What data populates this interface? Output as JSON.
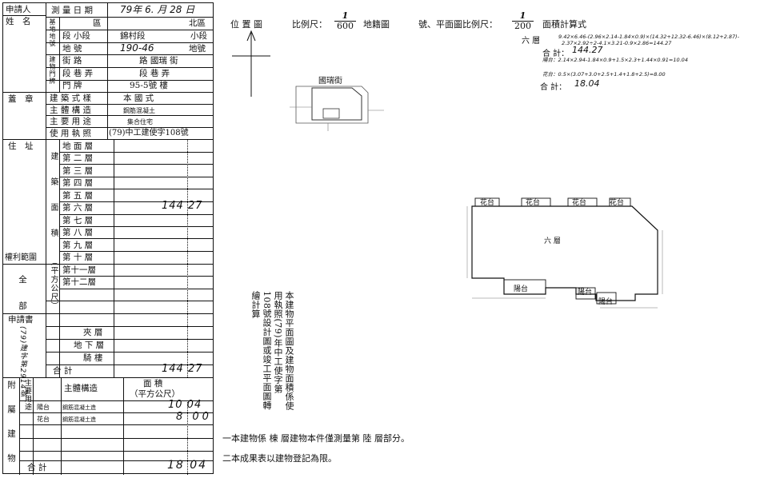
{
  "left": {
    "applicant": "申請人",
    "name": "姓　名",
    "survey_date_label": "測 量 日 期",
    "survey_date": "79年 6. 月 28 日",
    "base_label": "基地地號",
    "district_label": "區",
    "district_value": "北區",
    "section_label": "段 小段",
    "section_value": "錦村段",
    "subsection": "小段",
    "lot_label": "地 號",
    "lot_value": "190-46",
    "lot_suffix": "地號",
    "building_label": "建物門牌",
    "street_label": "街 路",
    "street_value": "路 國瑞 街",
    "lane_label": "段 巷 弄",
    "lane_value": "段 巷 弄",
    "door_label": "門 牌",
    "door_value": "95-5號 樓",
    "seal": "蓋　章",
    "style_label": "建 築 式 樣",
    "style_value": "本 國 式",
    "structure_label": "主 體 構 造",
    "structure_value": "鋼筋混凝土",
    "use_label": "主 要 用 途",
    "use_value": "集合住宅",
    "permit_label": "使 用 執 照",
    "permit_value": "(79)中工建使字108號",
    "address": "住　址",
    "building_area": "建築面積",
    "floors": [
      "地 面 層",
      "第 二 層",
      "第 三 層",
      "第 四 層",
      "第 五 層",
      "第 六 層",
      "第 七 層",
      "第 八 層",
      "第 九 層",
      "第 十 層",
      "第十一層",
      "第十二層"
    ],
    "sixth_area": "144 27",
    "unit_side": "（平方公尺）",
    "rights_scope": "權利範圍",
    "all": "全　部",
    "application": "申請書",
    "app_number": "(79)建字第2914號",
    "mezzanine": "夾 層",
    "basement": "地 下 層",
    "arcade": "騎 樓",
    "total_label": "合 計",
    "total_area": "144 27",
    "annex": "附屬建物",
    "main_use": "主要用途",
    "main_struct": "主體構造",
    "area_header": "面 積",
    "area_unit": "（平方公尺）",
    "annex_rows": [
      {
        "use": "陽台",
        "struct": "鋼筋混凝土造",
        "area": "10 04"
      },
      {
        "use": "花台",
        "struct": "鋼筋混凝土造",
        "area": "8 00"
      }
    ],
    "annex_total_label": "合 計",
    "annex_total": "18 04"
  },
  "right": {
    "location_map": "位 置 圖",
    "scale_label": "比例尺：",
    "scale_num": "1",
    "scale_den": "600",
    "parcel_map": "地籍圖",
    "plan_scale": "號、平面圖比例尺：",
    "plan_num": "1",
    "plan_den": "200",
    "area_calc": "面積計算式",
    "calc_six_label": "六 層",
    "calc_six_line1": "9.42×6.46-(2.96×2.14-1.84×0.9)×(14.32+12.32-6.46)×(8.12+2.87)-",
    "calc_six_line2": "2.37×2.92÷2-4.1×3.21-0.9×2.86=144.27",
    "calc_total_label": "合 計：",
    "calc_total": "144.27",
    "calc_balcony": "陽台：2.14×2.94-1.84×0.9+1.5×2.3+1.44×0.91=10.04",
    "calc_planter": "花台：0.5×(3.07+3.0+2.5+1.4+1.8+2.5)=8.00",
    "calc_grand_label": "合 計：",
    "calc_grand": "18.04",
    "street_name": "國瑞街",
    "floor_label": "六 層",
    "balcony": "陽台",
    "planter": "花台",
    "statement": "本建物平面圖及建物面積係使用執照(79)年中工使字第108號設計圖或竣工平面圖轉繪計算",
    "note1": "一本建物係 棟 層建物本件僅測量第 陸 層部分。",
    "note2": "二本成果表以建物登記為限。"
  }
}
